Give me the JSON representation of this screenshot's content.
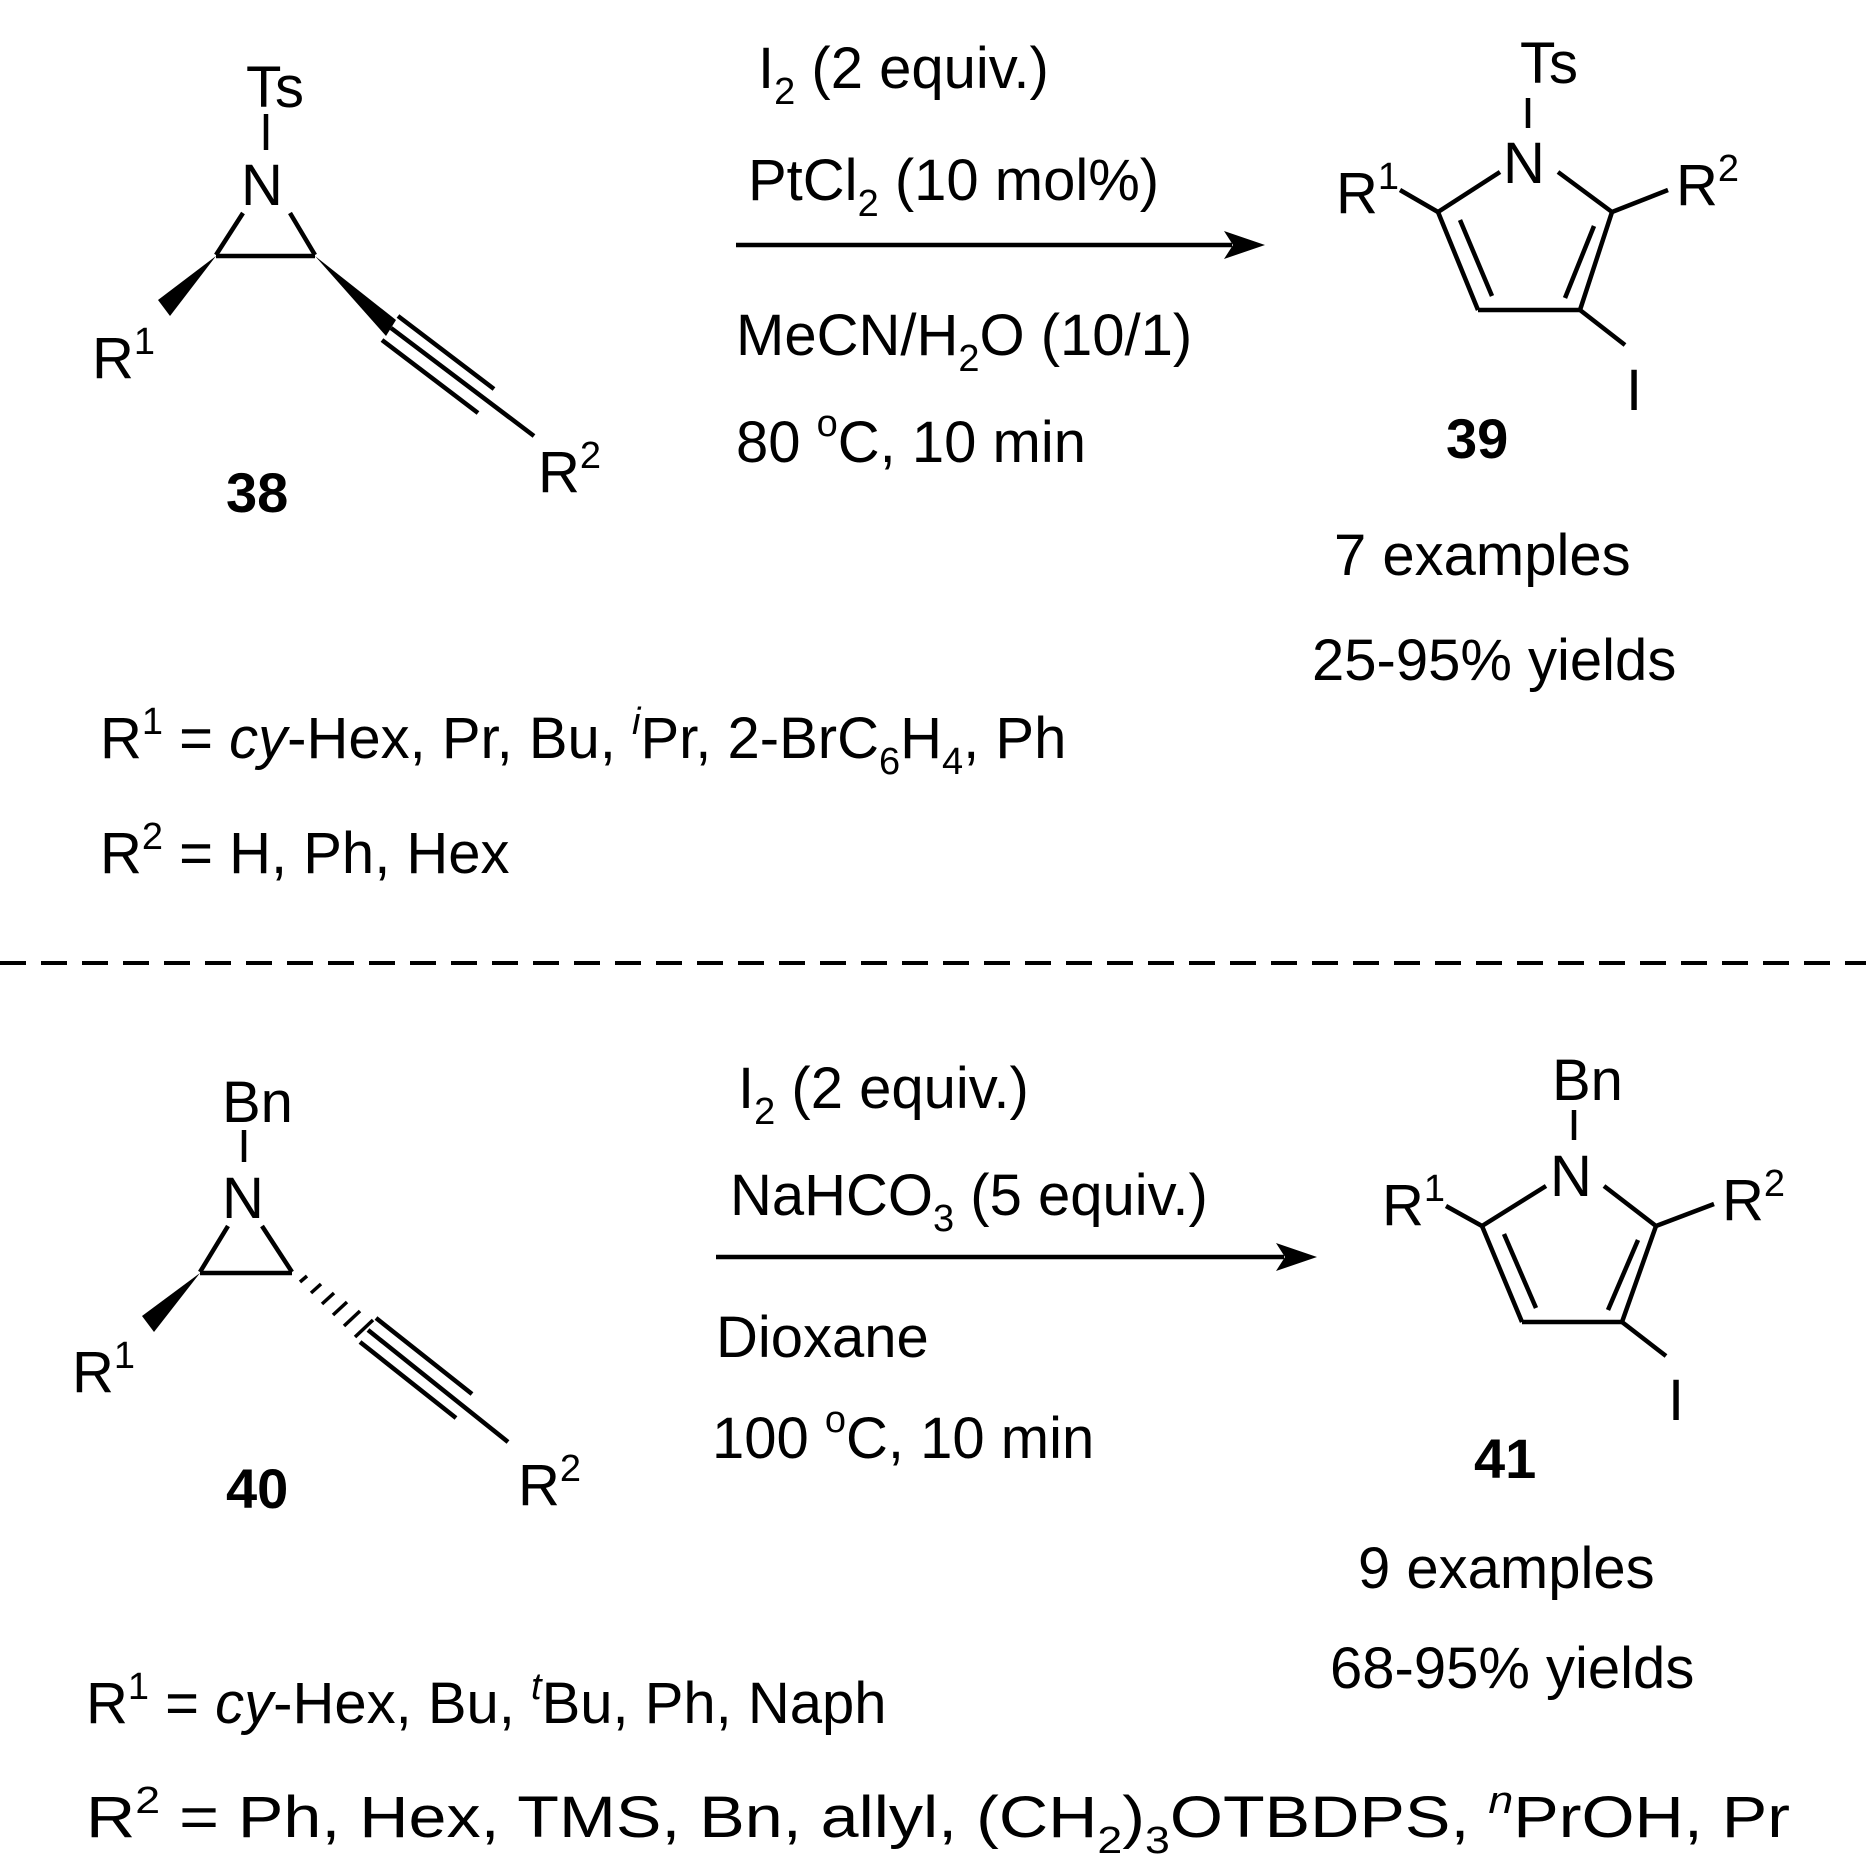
{
  "atoms": {
    "ts": "Ts",
    "bn": "Bn",
    "n": "N",
    "r": "R",
    "one": "1",
    "two": "2",
    "iodo": "I"
  },
  "reaction1": {
    "reactant_number": "38",
    "product_number": "39",
    "cond1_a": "I",
    "cond1_sub": "2",
    "cond1_b": " (2 equiv.)",
    "cond2_a": "PtCl",
    "cond2_sub": "2",
    "cond2_b": " (10 mol%)",
    "cond3_a": "MeCN/H",
    "cond3_sub": "2",
    "cond3_b": "O (10/1)",
    "cond4_a": "80 ",
    "cond4_sup": "o",
    "cond4_b": "C, 10 min",
    "examples": "7 examples",
    "yields": "25-95% yields",
    "r1_prefix": " = ",
    "r1_italic": "cy",
    "r1_a": "-Hex, Pr, Bu, ",
    "r1_sup": "i",
    "r1_b": "Pr, 2-BrC",
    "r1_sub6": "6",
    "r1_h": "H",
    "r1_sub4": "4",
    "r1_c": ", Ph",
    "r2_text": " = H, Ph, Hex"
  },
  "reaction2": {
    "reactant_number": "40",
    "product_number": "41",
    "cond1_a": "I",
    "cond1_sub": "2",
    "cond1_b": " (2 equiv.)",
    "cond2_a": "NaHCO",
    "cond2_sub": "3",
    "cond2_b": " (5 equiv.)",
    "cond3": "Dioxane",
    "cond4_a": "100 ",
    "cond4_sup": "o",
    "cond4_b": "C, 10 min",
    "examples": "9 examples",
    "yields": "68-95% yields",
    "r1_prefix": " = ",
    "r1_italic": "cy",
    "r1_a": "-Hex, Bu, ",
    "r1_sup": "t",
    "r1_b": "Bu, Ph, Naph",
    "r2_a": " = Ph, Hex, TMS, Bn, allyl, (CH",
    "r2_sub2": "2",
    "r2_b": ")",
    "r2_sub3": "3",
    "r2_c": "OTBDPS, ",
    "r2_sup": "n",
    "r2_d": "PrOH, Pr"
  }
}
